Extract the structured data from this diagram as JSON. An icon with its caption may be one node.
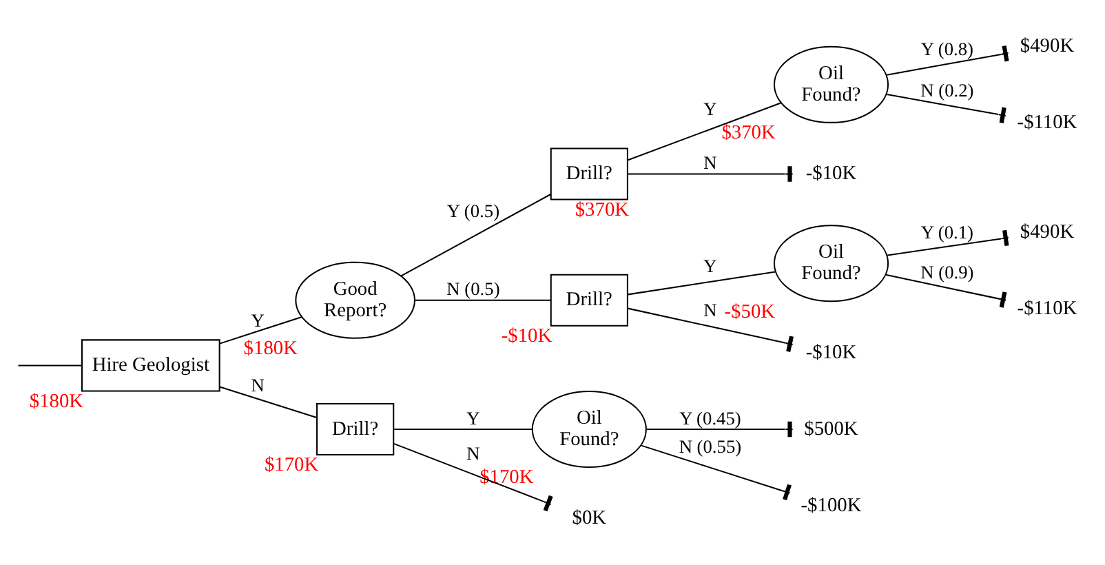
{
  "diagram": {
    "nodes": [
      {
        "text": [
          "Hire Geologist"
        ],
        "beside": [
          "$180K"
        ]
      },
      {
        "text": [
          "Good Report?"
        ],
        "beside": [
          "$180K"
        ]
      },
      {
        "text": [
          "Drill?"
        ],
        "beside": [
          "$370K"
        ]
      },
      {
        "text": [
          "Oil Found?"
        ],
        "beside": [
          "$370K"
        ]
      },
      {
        "text": [
          "$490K"
        ]
      },
      {
        "text": [
          "-$110K"
        ]
      },
      {
        "text": [
          "-$10K"
        ]
      },
      {
        "text": [
          "Drill?"
        ],
        "beside": [
          "-$10K"
        ]
      },
      {
        "text": [
          "Oil Found?"
        ],
        "beside": [
          "-$50K"
        ]
      },
      {
        "text": [
          "$490K"
        ]
      },
      {
        "text": [
          "-$110K"
        ]
      },
      {
        "text": [
          "-$10K"
        ]
      },
      {
        "text": [
          "Drill?"
        ],
        "beside": [
          "$170K"
        ]
      },
      {
        "text": [
          "Oil Found?"
        ],
        "beside": [
          "$170K"
        ]
      },
      {
        "text": [
          "$500K"
        ]
      },
      {
        "text": [
          "-$100K"
        ]
      },
      {
        "text": [
          "$0K"
        ]
      }
    ],
    "edges": [
      {
        "from": null,
        "to": 0,
        "arrow": "none"
      },
      {
        "from": 0,
        "to": 1,
        "label": "Y",
        "arrow": "none"
      },
      {
        "from": 1,
        "to": 2,
        "label": "Y (0.5)",
        "arrow": "none"
      },
      {
        "from": 2,
        "to": 3,
        "label": "Y",
        "arrow": "none"
      },
      {
        "from": 3,
        "to": 4,
        "label": "Y (0.8)",
        "arrow": "other"
      },
      {
        "from": 3,
        "to": 5,
        "label": "N (0.2)",
        "arrow": "other"
      },
      {
        "from": 2,
        "to": 6,
        "label": "N",
        "arrow": "other"
      },
      {
        "from": 1,
        "to": 7,
        "label": "N (0.5)",
        "arrow": "none"
      },
      {
        "from": 7,
        "to": 8,
        "label": "Y",
        "arrow": "none"
      },
      {
        "from": 8,
        "to": 9,
        "label": "Y (0.1)",
        "arrow": "other"
      },
      {
        "from": 8,
        "to": 10,
        "label": "N (0.9)",
        "arrow": "other"
      },
      {
        "from": 7,
        "to": 11,
        "label": "N",
        "arrow": "other"
      },
      {
        "from": 0,
        "to": 12,
        "label": "N",
        "arrow": "none"
      },
      {
        "from": 12,
        "to": 13,
        "label": "Y",
        "arrow": "none"
      },
      {
        "from": 13,
        "to": 14,
        "label": "Y (0.45)",
        "arrow": "other"
      },
      {
        "from": 13,
        "to": 15,
        "label": "N (0.55)",
        "arrow": "other"
      },
      {
        "from": 12,
        "to": 16,
        "label": "N",
        "arrow": "other"
      }
    ]
  }
}
